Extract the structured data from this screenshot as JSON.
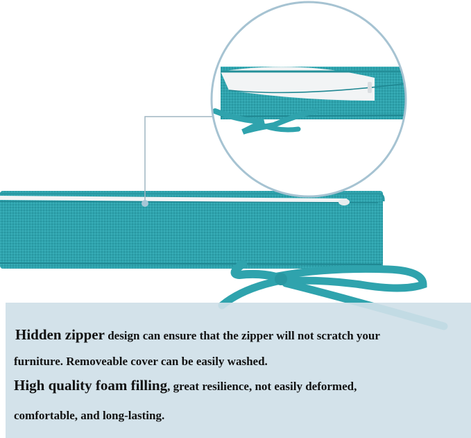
{
  "colors": {
    "fabric": "#2fa3ad",
    "fabric_dark": "#1f8792",
    "zipper": "#f2f4f5",
    "callout_line": "#9fb5c2",
    "panel": "#cfe0e8",
    "text": "#111111"
  },
  "caption": {
    "line1_bold": "Hidden zipper",
    "line1_rest": " design can ensure that the zipper will not scratch your",
    "line2": "furniture. Removeable cover can be easily washed.",
    "line3_bold": "High quality foam filling",
    "line3_rest": ", great resilience, not easily deformed,",
    "line4": "comfortable, and long-lasting."
  }
}
